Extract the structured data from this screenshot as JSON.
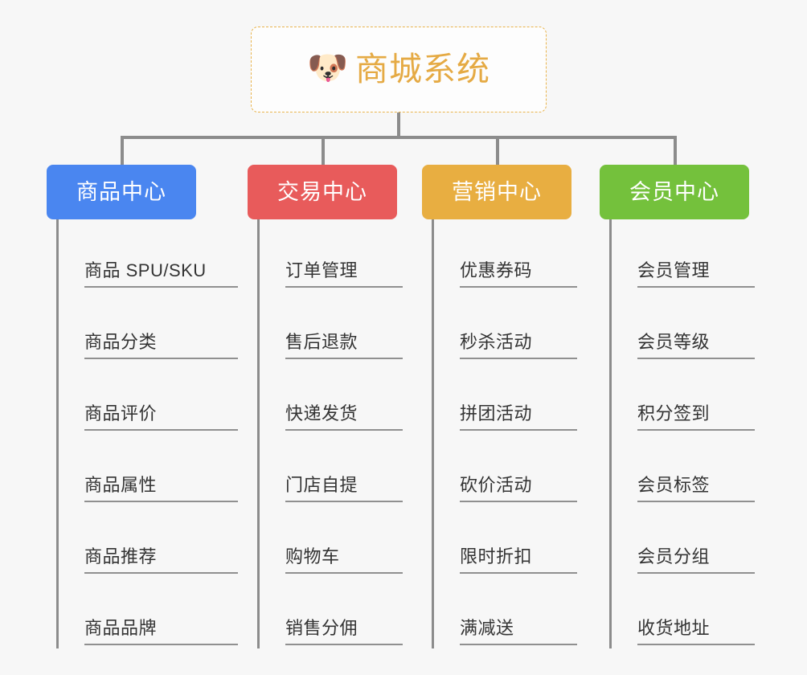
{
  "root": {
    "icon": "shiba-dog-face-emoji",
    "icon_glyph": "🐶",
    "title": "商城系统",
    "title_color": "#e5aa44",
    "border_color": "#e9b44c"
  },
  "connector_color": "#8c8c8c",
  "background": "#f7f7f7",
  "branches": [
    {
      "id": "product-center",
      "label": "商品中心",
      "color": "#4a86f0",
      "items": [
        "商品 SPU/SKU",
        "商品分类",
        "商品评价",
        "商品属性",
        "商品推荐",
        "商品品牌"
      ]
    },
    {
      "id": "trade-center",
      "label": "交易中心",
      "color": "#e85b5b",
      "items": [
        "订单管理",
        "售后退款",
        "快递发货",
        "门店自提",
        "购物车",
        "销售分佣"
      ]
    },
    {
      "id": "marketing-center",
      "label": "营销中心",
      "color": "#e8ae41",
      "items": [
        "优惠券码",
        "秒杀活动",
        "拼团活动",
        "砍价活动",
        "限时折扣",
        "满减送"
      ]
    },
    {
      "id": "member-center",
      "label": "会员中心",
      "color": "#74c13c",
      "items": [
        "会员管理",
        "会员等级",
        "积分签到",
        "会员标签",
        "会员分组",
        "收货地址"
      ]
    }
  ]
}
